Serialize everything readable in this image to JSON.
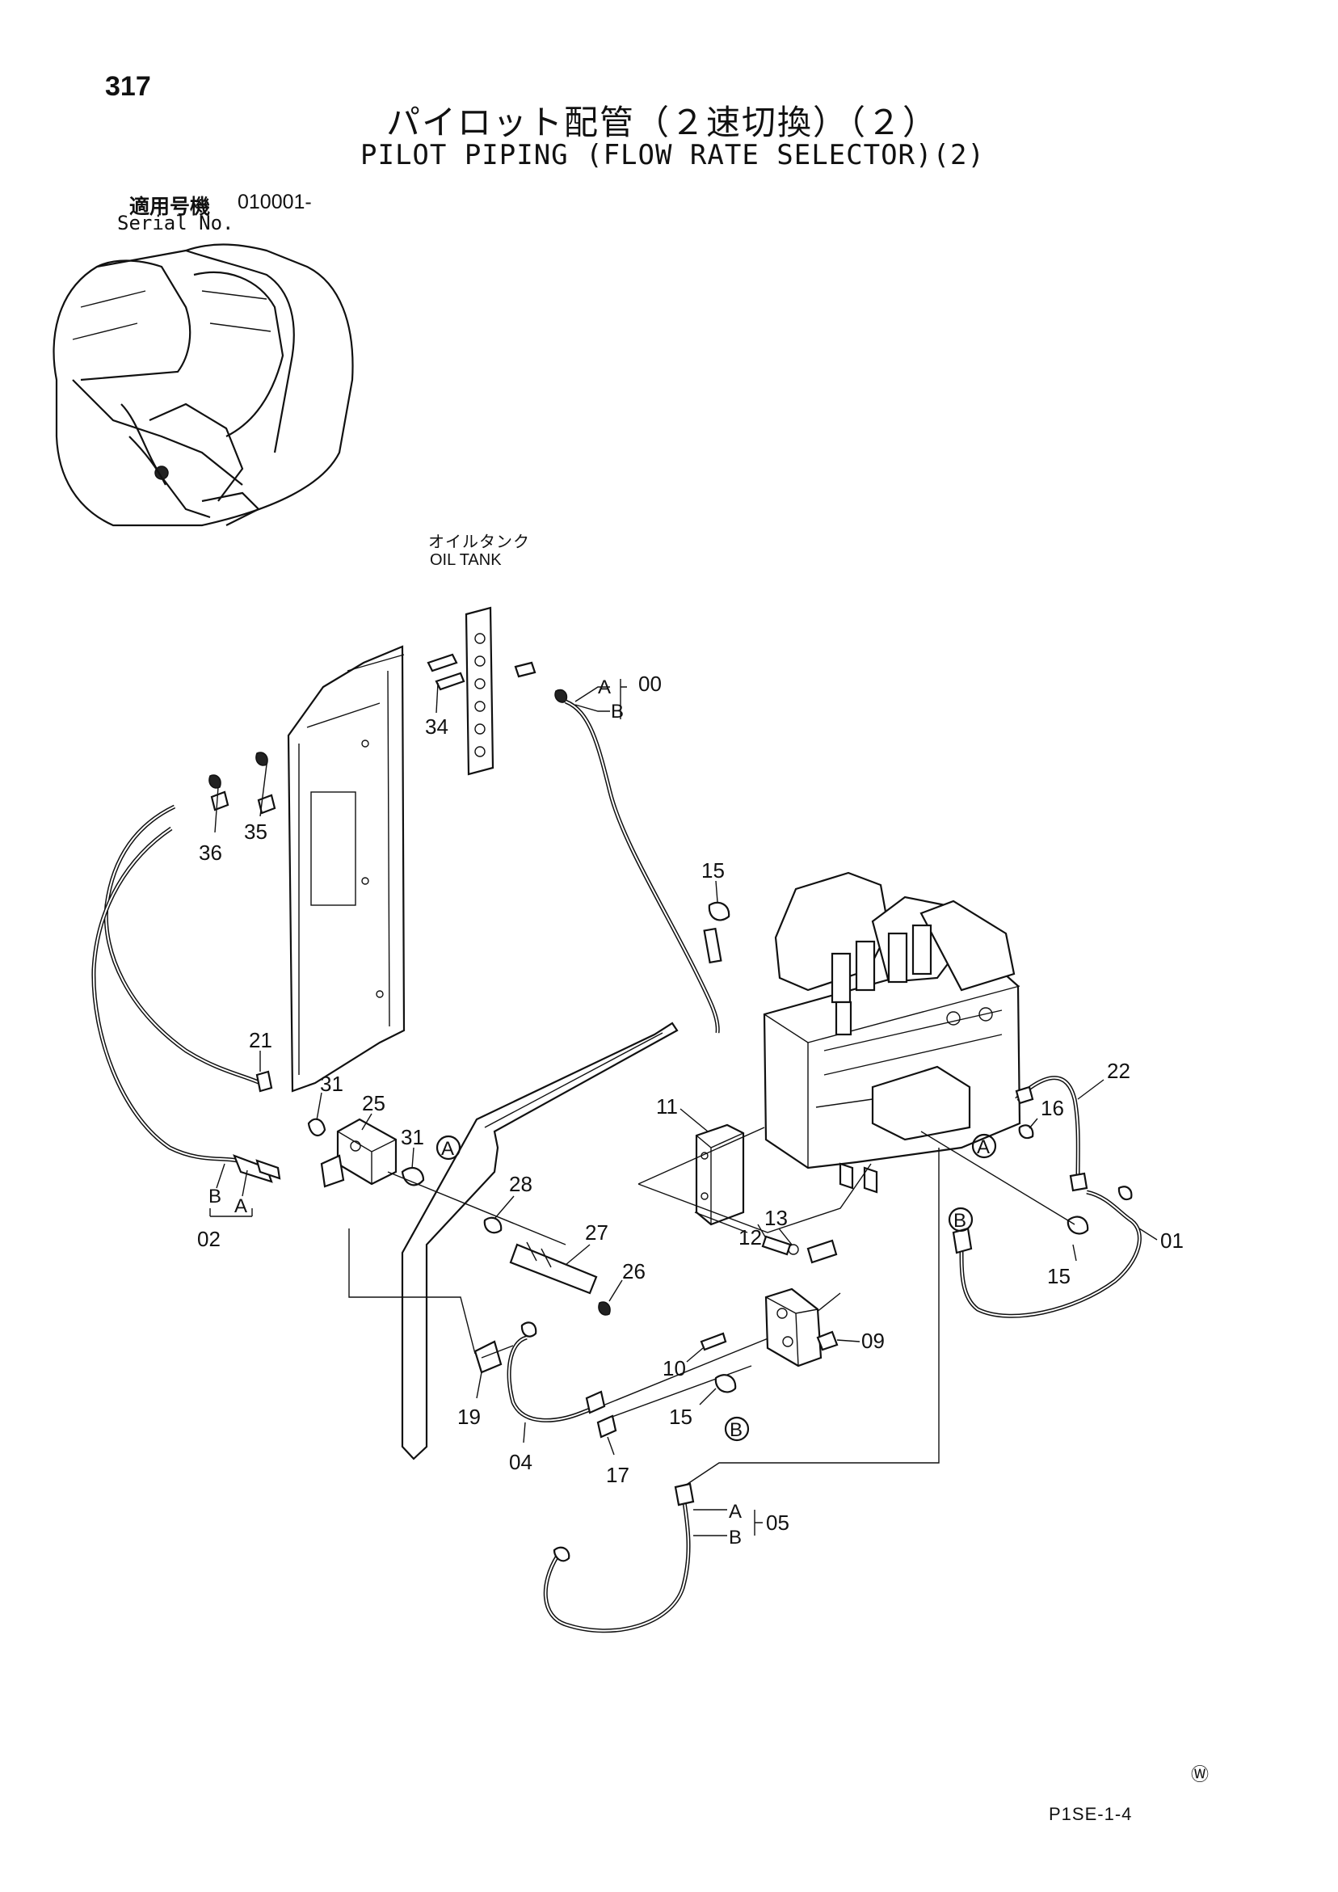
{
  "page": {
    "number": "317",
    "title_jp": "パイロット配管（２速切換）（２）",
    "title_en": "PILOT PIPING (FLOW RATE SELECTOR)(2)",
    "serial_label_jp": "適用号機",
    "serial_value": "010001-",
    "serial_label_en": "Serial No.",
    "oil_tank_jp": "オイルタンク",
    "oil_tank_en": "OIL TANK",
    "footer_mark": "Ⓦ",
    "footer_ref": "P1SE-1-4"
  },
  "callouts": {
    "c00": "00",
    "c34": "34",
    "c35": "35",
    "c36": "36",
    "c15a": "15",
    "c21": "21",
    "c31a": "31",
    "c25": "25",
    "c31b": "31",
    "c28": "28",
    "c27": "27",
    "c26": "26",
    "c11": "11",
    "c13": "13",
    "c12": "12",
    "c22": "22",
    "c16": "16",
    "c15b": "15",
    "c01": "01",
    "c09": "09",
    "c10": "10",
    "c15c": "15",
    "c19": "19",
    "c04": "04",
    "c17": "17",
    "c05": "05",
    "c02": "02",
    "A": "A",
    "B": "B"
  }
}
